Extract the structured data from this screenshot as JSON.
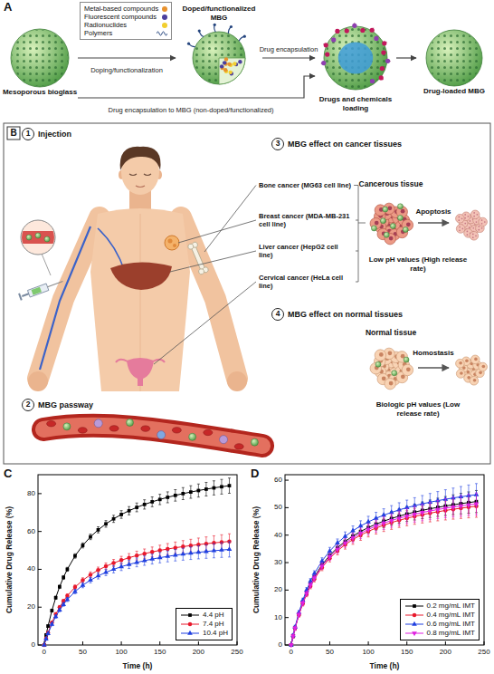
{
  "diagram": {
    "nodes": [
      {
        "text": [
          "Mesoporous bioglass"
        ]
      },
      {
        "text": [
          "Doped/functionalized MBG"
        ]
      },
      {
        "text": [
          "Drugs and chemicals loading"
        ]
      },
      {
        "text": [
          "Drug-loaded MBG"
        ]
      },
      {
        "text": [
          "1",
          "Injection"
        ]
      },
      {
        "text": [
          "3",
          "MBG effect on cancer tissues"
        ]
      },
      {
        "text": [
          "4",
          "MBG effect on normal tissues"
        ]
      },
      {
        "text": [
          "2",
          "MBG passway"
        ]
      }
    ],
    "edges": [
      {
        "from": 0,
        "to": 1,
        "label": "Doping/functionalization",
        "arrow": "to"
      },
      {
        "from": 1,
        "to": 2,
        "label": "Drug encapsulation",
        "arrow": "to"
      },
      {
        "from": 2,
        "to": 3,
        "arrow": "to"
      },
      {
        "from": 0,
        "to": 2,
        "label": "Drug encapsulation to MBG (non-doped/functionalized)",
        "arrow": "to"
      }
    ],
    "labels": [
      "A",
      "B",
      "Bone cancer (MG63 cell line)",
      "Breast cancer (MDA-MB-231 cell line)",
      "Liver cancer (HepG2 cell line)",
      "Cervical cancer (HeLa cell line)",
      "Cancerous tissue",
      "Apoptosis",
      "Low pH values (High release rate)",
      "Normal tissue",
      "Homostasis",
      "Biologic pH values (Low release rate)",
      "C",
      "Cumulative Drug Release (%)",
      "Time (h)",
      "0",
      "20",
      "40",
      "60",
      "80",
      "0",
      "50",
      "100",
      "150",
      "200",
      "250",
      "D",
      "Cumulative Drug Release (%)",
      "Time (h)",
      "0",
      "10",
      "20",
      "30",
      "40",
      "50",
      "60",
      "0",
      "50",
      "100",
      "150",
      "200",
      "250"
    ],
    "legend": [
      {
        "text": "Metal-based compounds",
        "color": "#e8922e"
      },
      {
        "text": "Fluorescent compounds",
        "color": "#4b3f9e"
      },
      {
        "text": "Radionuclides",
        "color": "#f2cf2f"
      },
      {
        "text": "Polymers"
      },
      {
        "text": "4.4 pH"
      },
      {
        "text": "7.4 pH"
      },
      {
        "text": "10.4 pH"
      },
      {
        "text": "0.2 mg/mL IMT"
      },
      {
        "text": "0.4 mg/mL IMT"
      },
      {
        "text": "0.6 mg/mL IMT"
      },
      {
        "text": "0.8 mg/mL IMT"
      }
    ]
  }
}
